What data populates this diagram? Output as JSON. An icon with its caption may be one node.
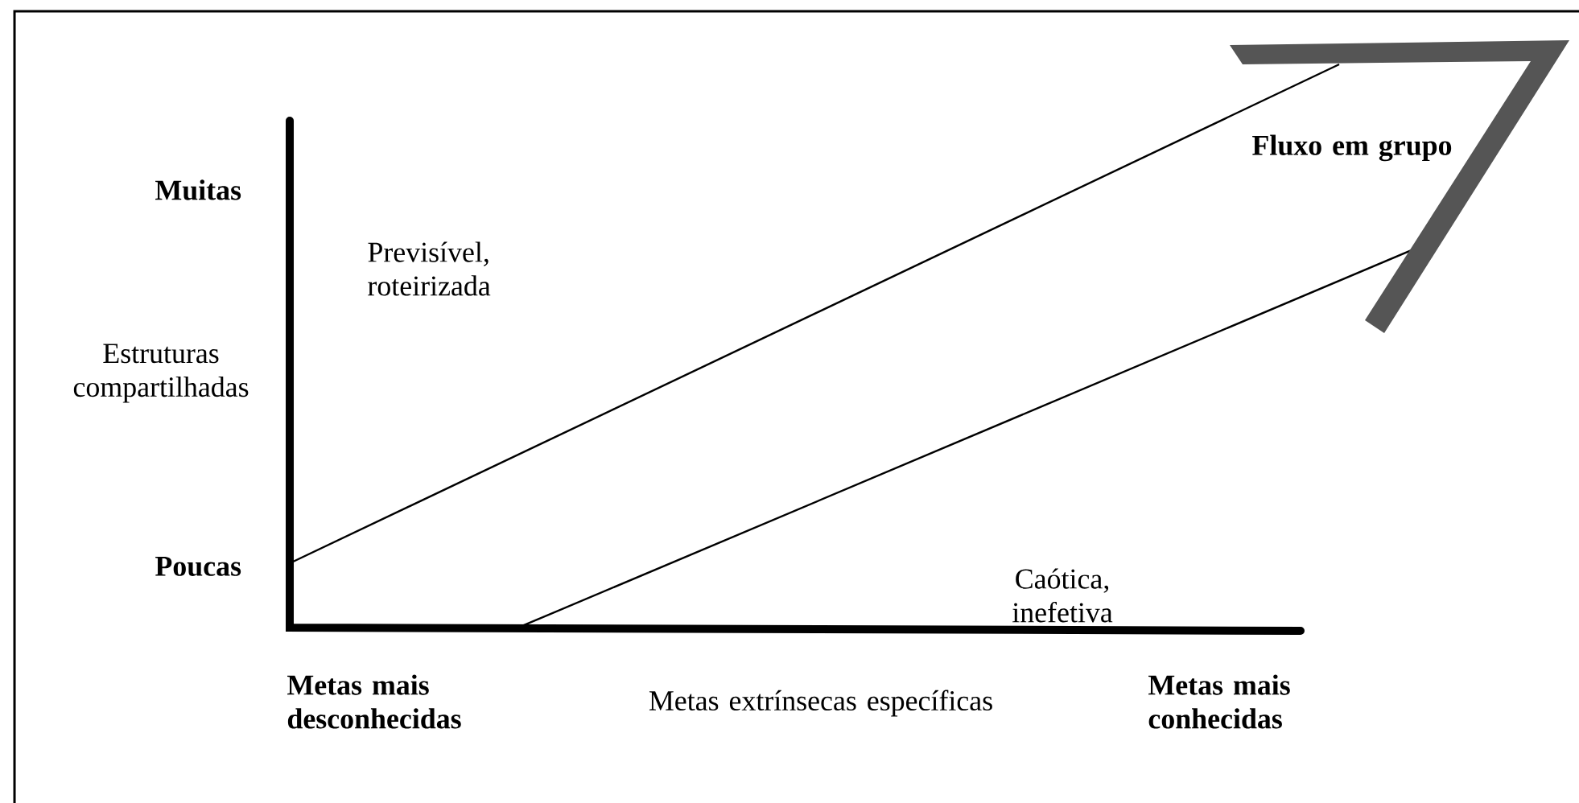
{
  "diagram": {
    "labels": [
      "Fluxo em grupo",
      "Muitas",
      "Previsível, roteirizada",
      "Estruturas compartilhadas",
      "Poucas",
      "Caótica, inefetiva",
      "Metas mais desconhecidas",
      "Metas extrínsecas específicas",
      "Metas mais conhecidas"
    ]
  }
}
